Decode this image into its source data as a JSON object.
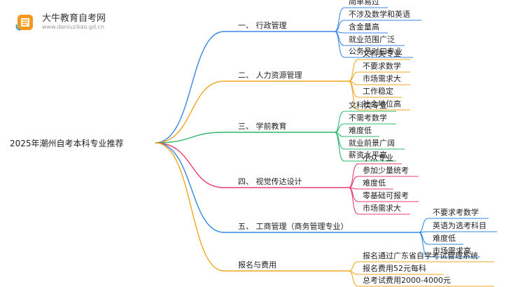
{
  "logo": {
    "title": "大牛教育自考网",
    "url": "www.daniuzikao.gd.cn"
  },
  "root": "2025年潮州自考本科专业推荐",
  "branches": [
    {
      "label": "一、 行政管理",
      "color": "#3a86e6",
      "leaves": [
        "简单易过",
        "不涉及数学和英语",
        "含金量高",
        "就业范围广泛",
        "公务员对口专业"
      ]
    },
    {
      "label": "二、 人力资源管理",
      "color": "#f2a61f",
      "leaves": [
        "文科类专业",
        "不要求数学",
        "市场需求大",
        "工作稳定",
        "社会地位高"
      ]
    },
    {
      "label": "三、 学前教育",
      "color": "#2cb86a",
      "leaves": [
        "文科类专业",
        "不需考数学",
        "难度低",
        "就业前景广阔",
        "薪资水平高"
      ]
    },
    {
      "label": "四、 视觉传达设计",
      "color": "#e83d6f",
      "leaves": [
        "小众专业",
        "参加少量统考",
        "难度低",
        "零基础可报考",
        "市场需求大"
      ]
    },
    {
      "label": "五、 工商管理（商务管理专业）",
      "color": "#2d8ae5",
      "leaves": [
        "不要求考数学",
        "英语为选考科目",
        "难度低",
        "市场需求高"
      ]
    },
    {
      "label": "报名与费用",
      "color": "#f2a61f",
      "leaves": [
        "报名通过广东省自学考试管理系统",
        "报名费用52元每科",
        "总考试费用2000-4000元"
      ]
    }
  ]
}
